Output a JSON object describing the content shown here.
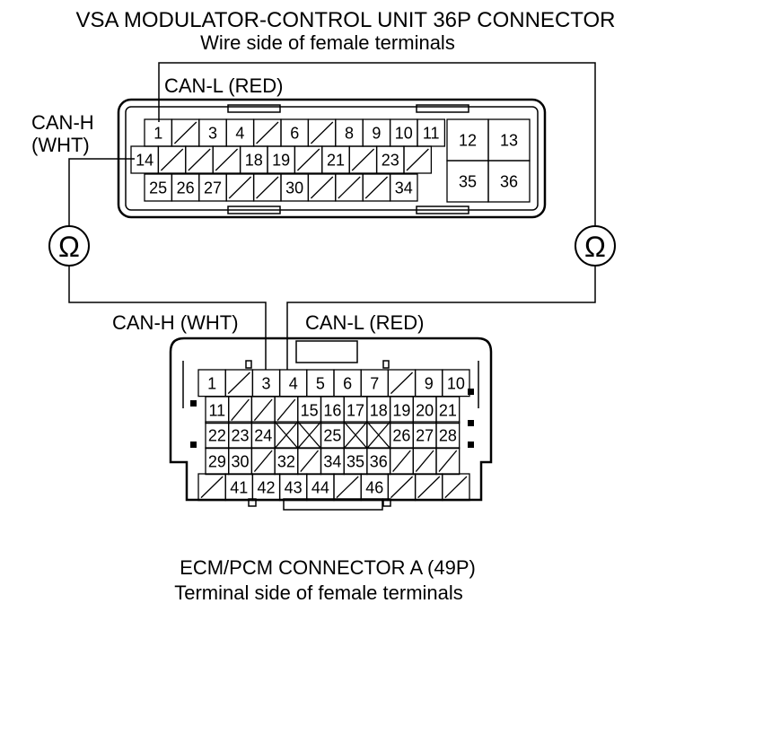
{
  "top_connector": {
    "title": "VSA MODULATOR-CONTROL UNIT 36P CONNECTOR",
    "subtitle": "Wire side of female terminals",
    "label_can_l": "CAN-L (RED)",
    "label_can_h_line1": "CAN-H",
    "label_can_h_line2": "(WHT)",
    "rows": [
      [
        "1",
        "",
        "3",
        "4",
        "",
        "6",
        "",
        "8",
        "9",
        "10",
        "11"
      ],
      [
        "14",
        "",
        "",
        "",
        "18",
        "19",
        "",
        "21",
        "",
        "23",
        ""
      ],
      [
        "25",
        "26",
        "27",
        "",
        "",
        "30",
        "",
        "",
        "",
        "34"
      ]
    ],
    "big_pins": [
      "12",
      "13",
      "35",
      "36"
    ]
  },
  "meter_symbol": "Ω",
  "bottom_connector": {
    "title": "ECM/PCM CONNECTOR A (49P)",
    "subtitle": "Terminal side of female terminals",
    "label_can_h": "CAN-H (WHT)",
    "label_can_l": "CAN-L (RED)",
    "rows": [
      [
        "1",
        "",
        "3",
        "4",
        "5",
        "6",
        "7",
        "",
        "9",
        "10"
      ],
      [
        "11",
        "",
        "",
        "",
        "15",
        "16",
        "17",
        "18",
        "19",
        "20",
        "21"
      ],
      [
        "22",
        "23",
        "24",
        "X",
        "X",
        "25",
        "X",
        "X",
        "26",
        "27",
        "28"
      ],
      [
        "29",
        "30",
        "",
        "32",
        "",
        "34",
        "35",
        "36",
        "",
        "",
        ""
      ],
      [
        "",
        "41",
        "42",
        "43",
        "44",
        "",
        "46",
        "",
        "",
        ""
      ]
    ]
  }
}
